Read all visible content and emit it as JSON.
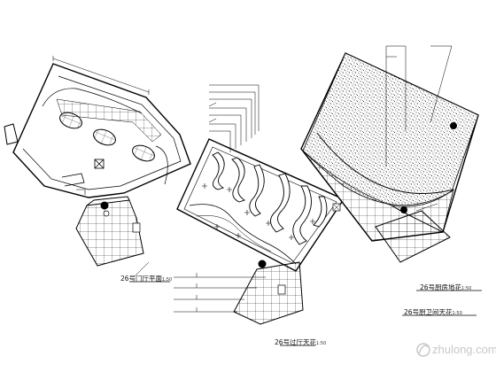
{
  "captions": {
    "plan_a": "26号门厅平面",
    "plan_a_scale": "1:50",
    "plan_b": "26号过厅天花",
    "plan_b_scale": "1:50",
    "plan_c1": "26号厨房地花",
    "plan_c1_scale": "1:50",
    "plan_c2": "26号厨卫间天花",
    "plan_c2_scale": "1:50"
  },
  "watermark": {
    "text": "zhulong.com",
    "icon": "zhulong-logo-icon"
  },
  "colors": {
    "line": "#000000",
    "bg": "#ffffff",
    "watermark": "#c8c8c8"
  }
}
